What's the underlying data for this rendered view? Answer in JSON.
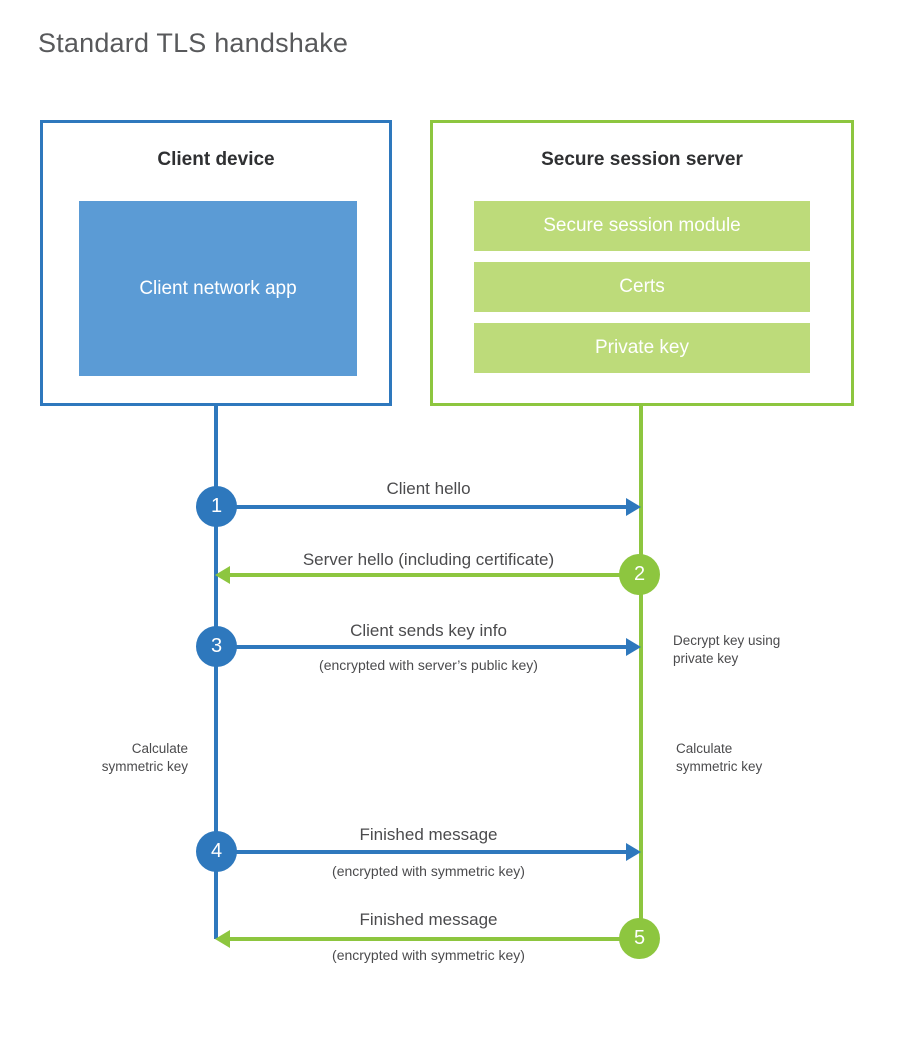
{
  "title": "Standard TLS handshake",
  "colors": {
    "client_border": "#2e78bd",
    "client_app_fill": "#5b9bd5",
    "server_border": "#8dc63f",
    "server_module_fill": "#bddb7a",
    "blue_badge": "#2e78bd",
    "green_badge": "#8dc63f",
    "text": "#4b4b4d",
    "title_text": "#58595b",
    "background": "#ffffff"
  },
  "parties": {
    "client": {
      "title": "Client device",
      "app_label": "Client network app"
    },
    "server": {
      "title": "Secure session server",
      "modules": [
        "Secure session module",
        "Certs",
        "Private key"
      ]
    }
  },
  "steps": [
    {
      "number": "1",
      "direction": "client-to-server",
      "label": "Client hello",
      "sublabel": ""
    },
    {
      "number": "2",
      "direction": "server-to-client",
      "label": "Server hello (including certificate)",
      "sublabel": ""
    },
    {
      "number": "3",
      "direction": "client-to-server",
      "label": "Client sends key info",
      "sublabel": "(encrypted with server’s public key)"
    },
    {
      "number": "4",
      "direction": "client-to-server",
      "label": "Finished message",
      "sublabel": "(encrypted with symmetric key)"
    },
    {
      "number": "5",
      "direction": "server-to-client",
      "label": "Finished message",
      "sublabel": "(encrypted with symmetric key)"
    }
  ],
  "notes": {
    "server_decrypt": "Decrypt key using\nprivate key",
    "client_calculate": "Calculate\nsymmetric key",
    "server_calculate": "Calculate\nsymmetric key"
  }
}
